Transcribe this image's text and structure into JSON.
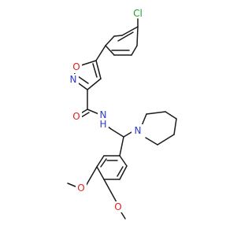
{
  "molecule": {
    "labels": {
      "chlorine": "Cl",
      "isoxazole_oxygen": "O",
      "isoxazole_nitrogen": "N",
      "carbonyl_oxygen": "O",
      "amide_nitrogen": "N",
      "amide_hydrogen": "H",
      "piperidine_nitrogen": "N",
      "methoxy_oxygen_upper": "O",
      "methoxy_oxygen_lower": "O"
    },
    "colors": {
      "bond": "#1a1a1a",
      "carbon_text": "#1a1a1a",
      "chlorine": "#1fa01f",
      "oxygen": "#e0201b",
      "nitrogen": "#2a3bd4"
    }
  }
}
